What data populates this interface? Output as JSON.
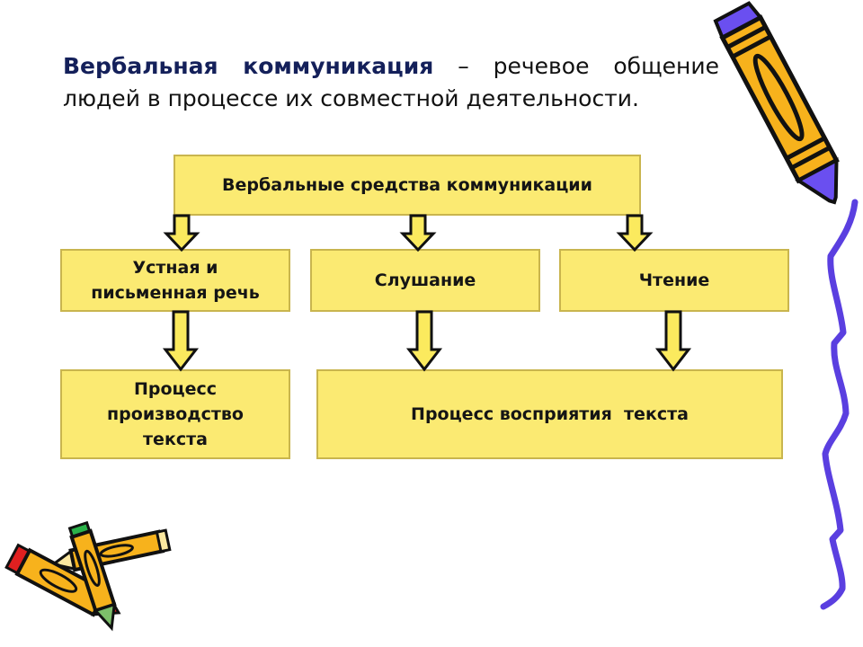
{
  "title": {
    "term": "Вербальная коммуникация",
    "separator": " – ",
    "definition": "речевое общение людей в процессе их совместной деятельности."
  },
  "diagram": {
    "root": "Вербальные средства коммуникации",
    "level2": [
      "Устная и письменная речь",
      "Слушание",
      "Чтение"
    ],
    "level3": [
      "Процесс производство текста",
      "Процесс восприятия  текста"
    ]
  },
  "colors": {
    "box_fill": "#fbea72",
    "box_border": "#c9b54e",
    "title_term": "#14205a",
    "squiggle": "#5a3fe0",
    "pencil_body": "#f7b21c"
  },
  "decorations": [
    "pencil-top-right",
    "purple-squiggle-right",
    "crossed-pencils-bottom-left"
  ]
}
